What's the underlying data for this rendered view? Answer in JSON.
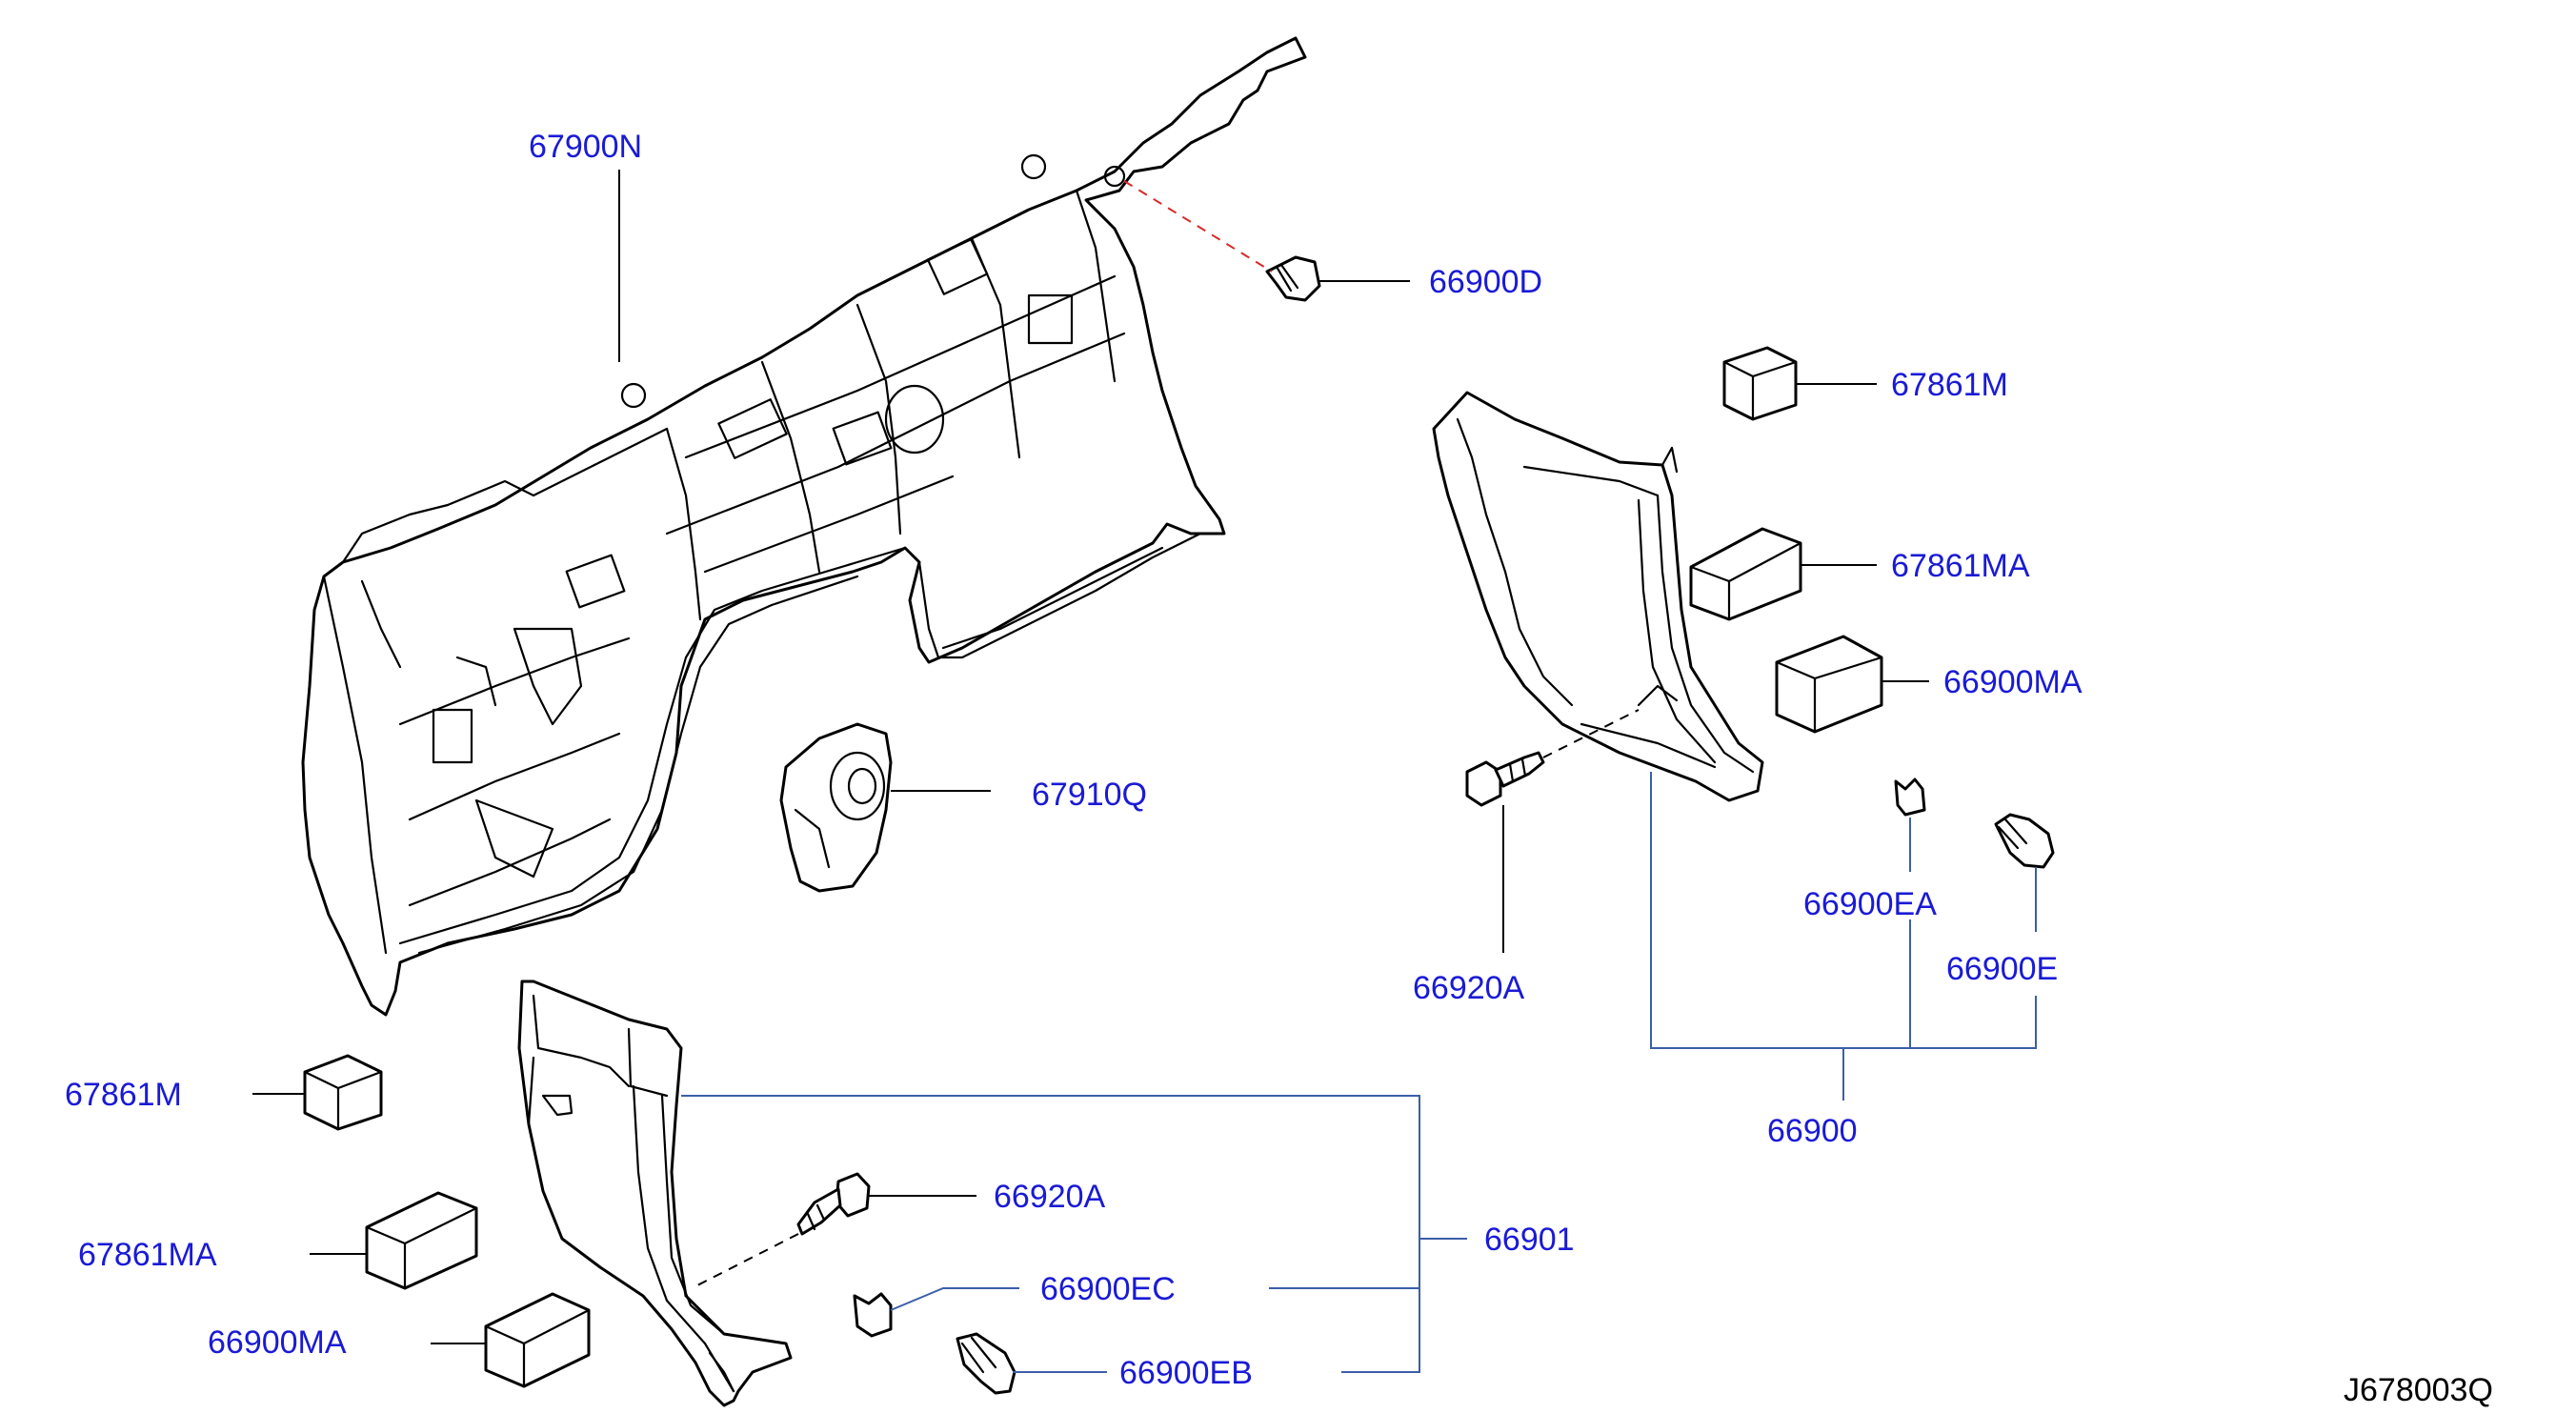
{
  "colors": {
    "label": "#1a1ad6",
    "line": "#000000",
    "leader_blue": "#3b5ea8",
    "dash_red": "#d82a2a",
    "background": "#ffffff"
  },
  "labels": {
    "p67900N": "67900N",
    "p66900D": "66900D",
    "p67861M_right": "67861M",
    "p67861MA_right": "67861MA",
    "p66900MA_right": "66900MA",
    "p67910Q": "67910Q",
    "p66920A_right": "66920A",
    "p66900EA": "66900EA",
    "p66900E": "66900E",
    "p66900": "66900",
    "p67861M_left": "67861M",
    "p67861MA_left": "67861MA",
    "p66900MA_left": "66900MA",
    "p66920A_left": "66920A",
    "p66901": "66901",
    "p66900EC": "66900EC",
    "p66900EB": "66900EB"
  },
  "diagram_ref": "J678003Q"
}
